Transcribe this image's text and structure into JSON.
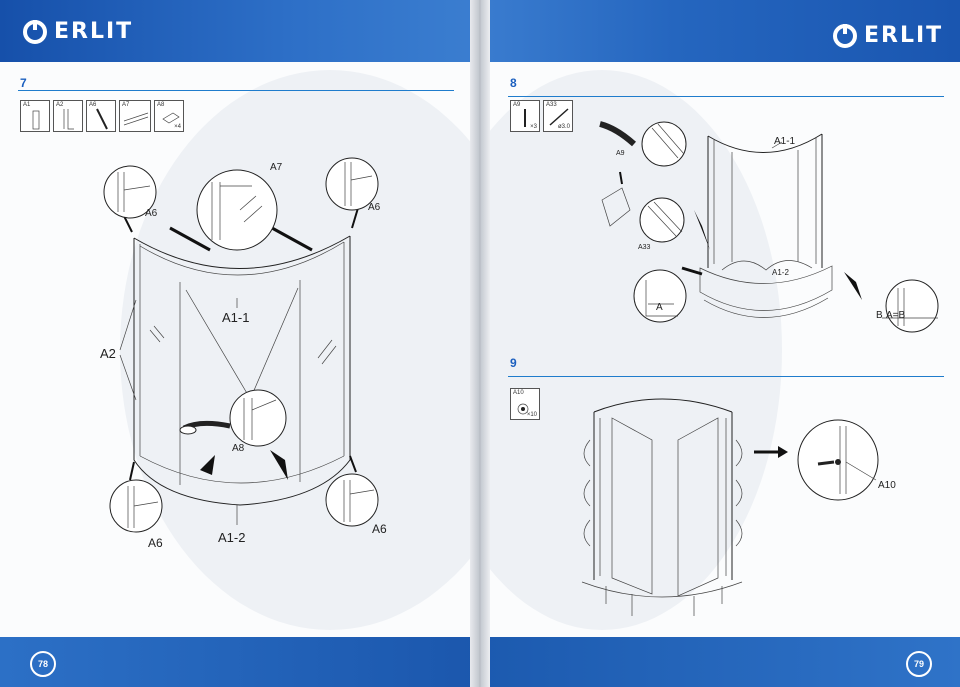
{
  "brand": {
    "name": "ERLIT"
  },
  "left_page": {
    "step": "7",
    "page_number": "78",
    "parts": [
      {
        "label": "A1",
        "qty": ""
      },
      {
        "label": "A2",
        "qty": ""
      },
      {
        "label": "A6",
        "qty": ""
      },
      {
        "label": "A7",
        "qty": ""
      },
      {
        "label": "A8",
        "qty": "×4"
      }
    ],
    "callouts": {
      "a7": "A7",
      "a6_tl": "A6",
      "a6_tr": "A6",
      "a1_1": "A1-1",
      "a2": "A2",
      "a8": "A8",
      "a6_bl": "A6",
      "a6_br": "A6",
      "a1_2": "A1-2"
    }
  },
  "right_page": {
    "step8": "8",
    "step9": "9",
    "page_number": "79",
    "parts8": [
      {
        "label": "A9",
        "qty": "×3"
      },
      {
        "label": "A33",
        "qty": "ø3.0"
      }
    ],
    "parts9": [
      {
        "label": "A10",
        "qty": "×10"
      }
    ],
    "callouts": {
      "a1_1": "A1-1",
      "a9": "A9",
      "a33": "A33",
      "a1_2": "A1-2",
      "bab": "B",
      "bab_eq": "A=B",
      "a_left": "A",
      "a10": "A10"
    }
  }
}
